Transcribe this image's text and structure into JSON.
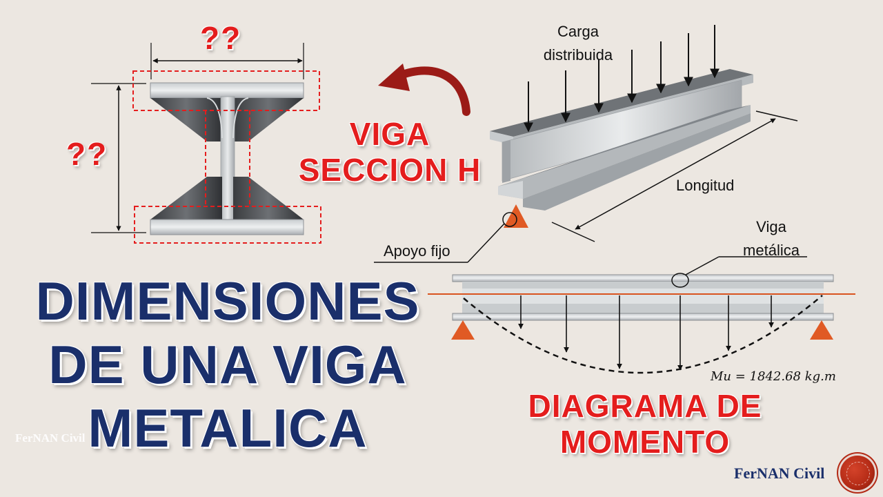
{
  "labels": {
    "question_top": "??",
    "question_left": "??",
    "carga_line1": "Carga",
    "carga_line2": "distribuida",
    "longitud": "Longitud",
    "apoyo_fijo": "Apoyo fijo",
    "viga_line1": "Viga",
    "viga_line2": "metálica",
    "formula": "Mu = 1842.68 kg.m"
  },
  "titles": {
    "viga_line1": "VIGA",
    "viga_line2": "SECCION H",
    "main_line1": "DIMENSIONES",
    "main_line2": "DE UNA VIGA",
    "main_line3": "METALICA",
    "diagram_line1": "DIAGRAMA DE",
    "diagram_line2": "MOMENTO"
  },
  "branding": {
    "watermark": "FerNAN Civil",
    "brand": "FerNAN Civil"
  },
  "colors": {
    "background": "#ece7e1",
    "title_blue": "#1a2f6b",
    "accent_red": "#e41d1d",
    "support_orange": "#e05a24",
    "neutral_axis": "#d9531e"
  },
  "icons": {
    "arrow": "curved-arrow-icon",
    "support": "triangle-support-icon",
    "logo": "brand-seal-icon"
  }
}
